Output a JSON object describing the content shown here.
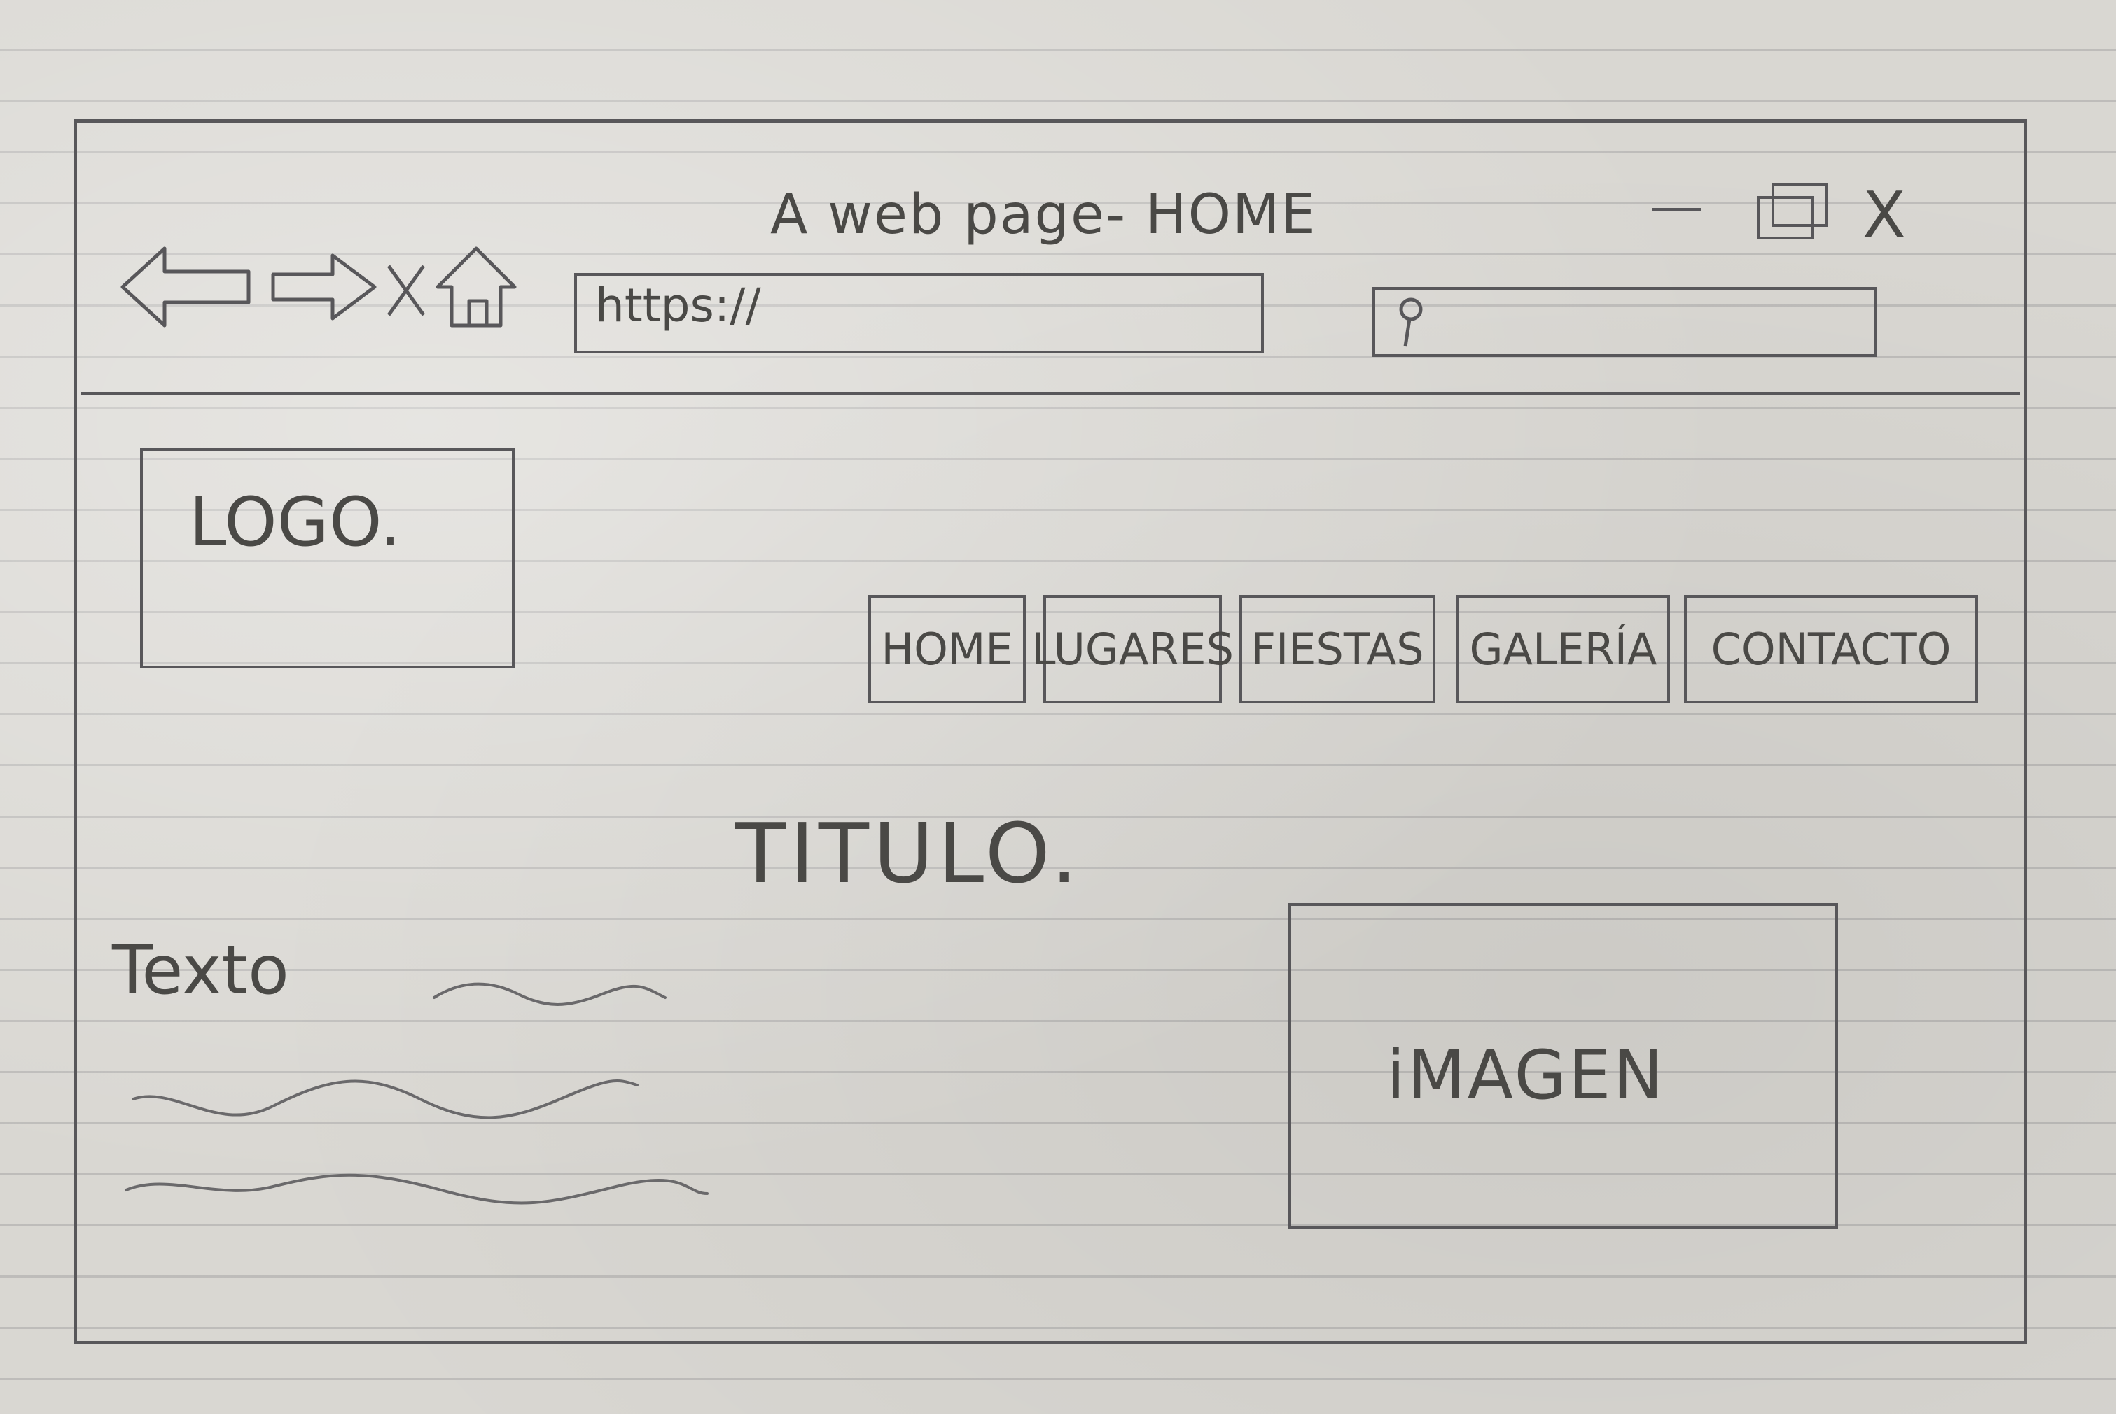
{
  "window": {
    "title": "A web page- HOME",
    "controls": {
      "minimize_icon": "minimize-icon",
      "maximize_icon": "maximize-icon",
      "close_label": "X"
    }
  },
  "toolbar": {
    "back_icon": "arrow-left-icon",
    "forward_icon": "arrow-right-icon",
    "stop_label": "X",
    "home_icon": "home-icon",
    "url": "https://",
    "search_icon": "search-icon"
  },
  "page": {
    "logo": "LOGO.",
    "menu": [
      "HOME",
      "LUGARES",
      "FIESTAS",
      "GALERÍA",
      "CONTACTO"
    ],
    "heading": "TITULO.",
    "body_text": "Texto",
    "image_label": "iMAGEN"
  },
  "colors": {
    "pencil": "#58575a",
    "paper": "#d9d7d2"
  }
}
